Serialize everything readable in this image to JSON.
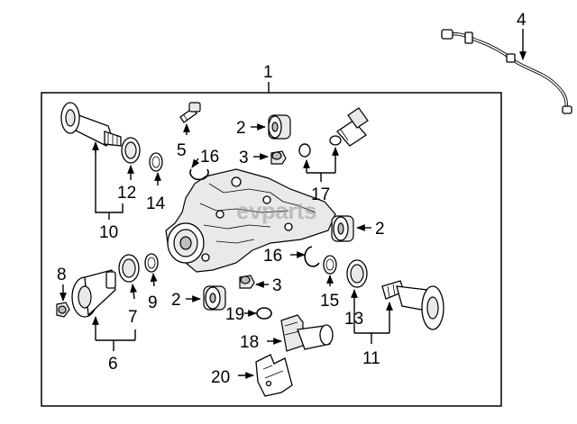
{
  "watermark": "evparts",
  "callouts": {
    "c1": "1",
    "c2a": "2",
    "c2b": "2",
    "c2c": "2",
    "c3a": "3",
    "c3b": "3",
    "c4": "4",
    "c5": "5",
    "c6": "6",
    "c7": "7",
    "c8": "8",
    "c9": "9",
    "c10": "10",
    "c11": "11",
    "c12": "12",
    "c13": "13",
    "c14": "14",
    "c15": "15",
    "c16a": "16",
    "c16b": "16",
    "c17": "17",
    "c18": "18",
    "c19": "19",
    "c20": "20"
  }
}
